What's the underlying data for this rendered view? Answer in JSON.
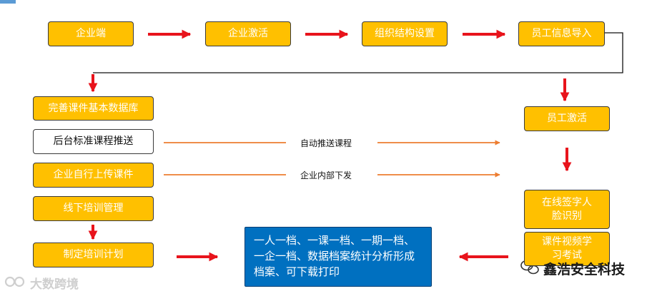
{
  "nodes": {
    "enterprise_end": "企业端",
    "enterprise_activation": "企业激活",
    "org_structure": "组织结构设置",
    "employee_import": "员工信息导入",
    "improve_db": "完善课件基本数据库",
    "backend_push": "后台标准课程推送",
    "self_upload": "企业自行上传课件",
    "offline_training": "线下培训管理",
    "make_plan": "制定培训计划",
    "archive": "一人一档、一课一档、一期一档、一企一档、数据档案统计分析形成档案、可下载打印",
    "employee_activation": "员工激活",
    "online_sign": "在线签字人脸识别",
    "courseware_study": "课件视频学习考试"
  },
  "edge_labels": {
    "auto_push": "自动推送课程",
    "internal_issue": "企业内部下发"
  },
  "watermarks": {
    "left": "大数跨境",
    "right": "鑫浩安全科技"
  },
  "colors": {
    "node_fill": "#ffc000",
    "archive_fill": "#0070c0",
    "arrow_red": "#e8141c",
    "arrow_orange": "#ed7d31"
  }
}
